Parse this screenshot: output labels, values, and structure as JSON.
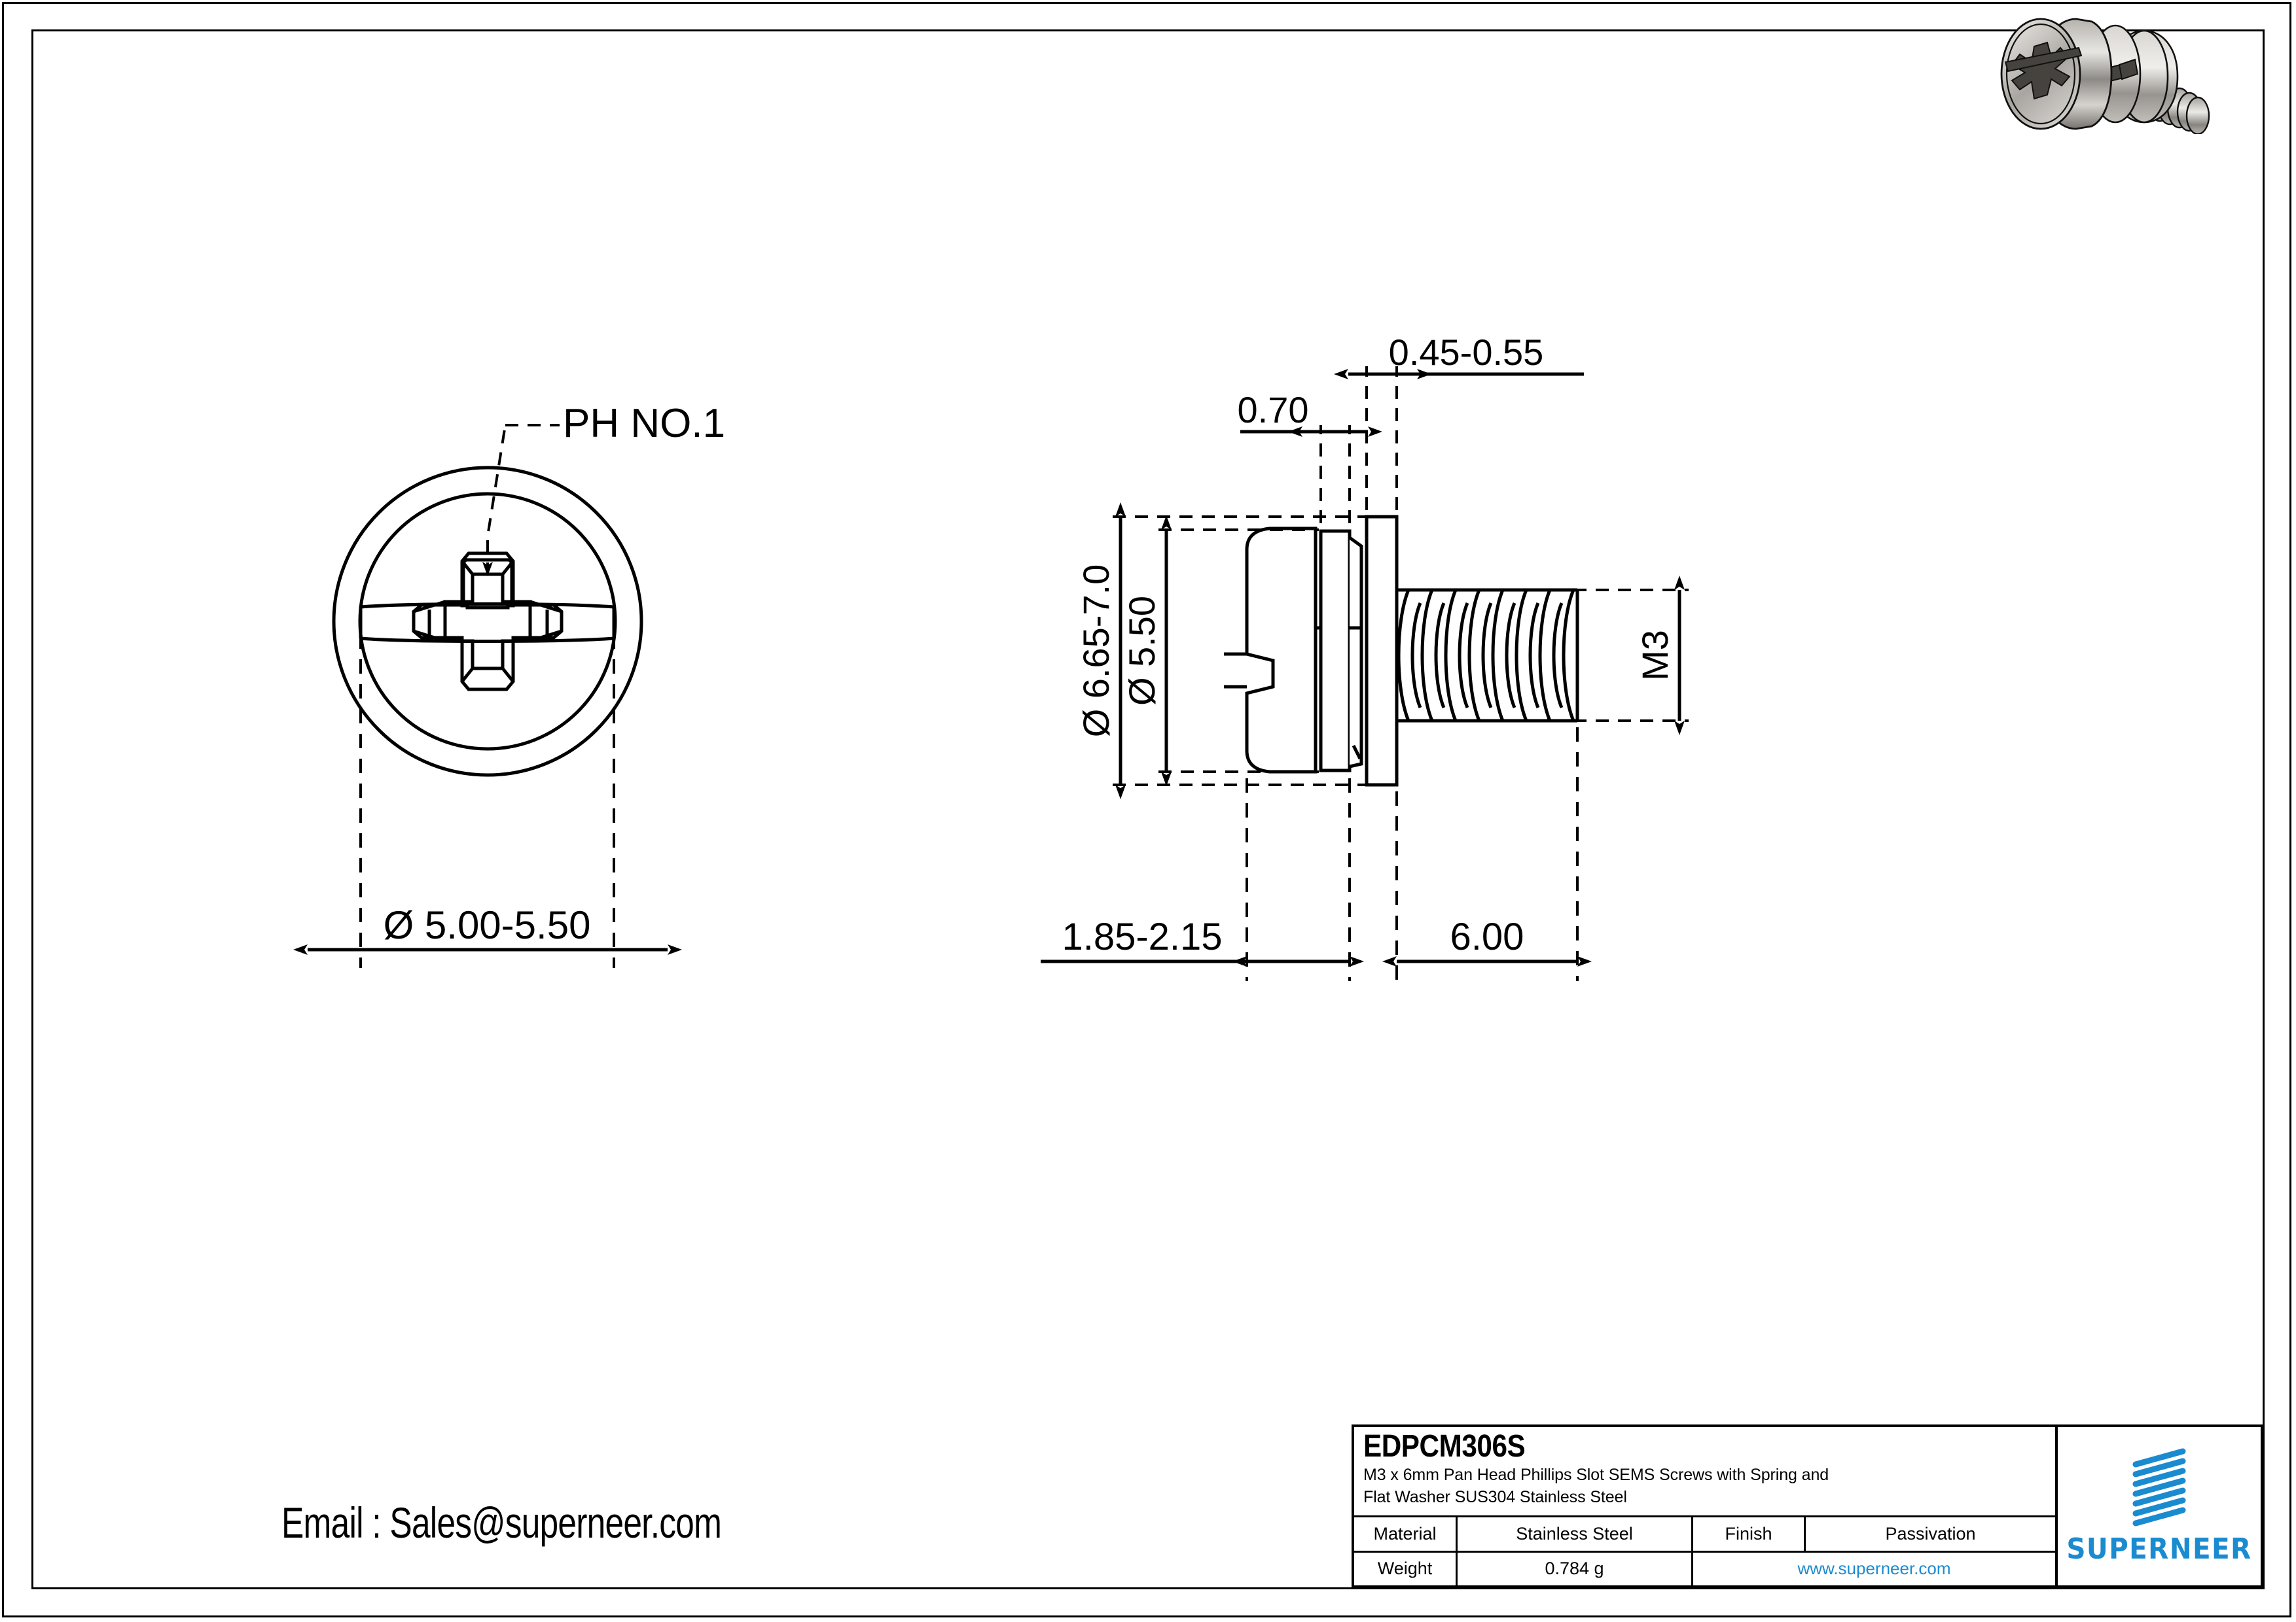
{
  "sheet": {
    "email_line": "Email : Sales@superneer.com"
  },
  "front_view": {
    "callout_label": "PH NO.1",
    "diameter_dim": "Ø 5.00-5.50"
  },
  "side_view": {
    "head_height_dim": "0.70",
    "washer_thickness_dim": "0.45-0.55",
    "washer_od_dim": "Ø 6.65-7.0",
    "head_od_dim": "Ø 5.50",
    "thread_size_dim": "M3",
    "head_stack_dim": "1.85-2.15",
    "thread_length_dim": "6.00"
  },
  "title_block": {
    "part_number": "EDPCM306S",
    "description_line_1": "M3 x 6mm Pan Head Phillips Slot SEMS Screws with Spring and",
    "description_line_2": "Flat Washer SUS304 Stainless Steel",
    "material_label": "Material",
    "material_value": "Stainless Steel",
    "finish_label": "Finish",
    "finish_value": "Passivation",
    "weight_label": "Weight",
    "weight_value": "0.784 g",
    "website": "www.superneer.com"
  },
  "logo": {
    "wordmark": "SUPERNEER",
    "brand_color": "#1b8bd0"
  },
  "colors": {
    "line": "#000000",
    "brand_blue": "#1b8bd0",
    "metal_light": "#e6e4e0",
    "metal_mid": "#b8b5b0",
    "metal_dark": "#6e6b66",
    "recess_dark": "#46433e"
  }
}
